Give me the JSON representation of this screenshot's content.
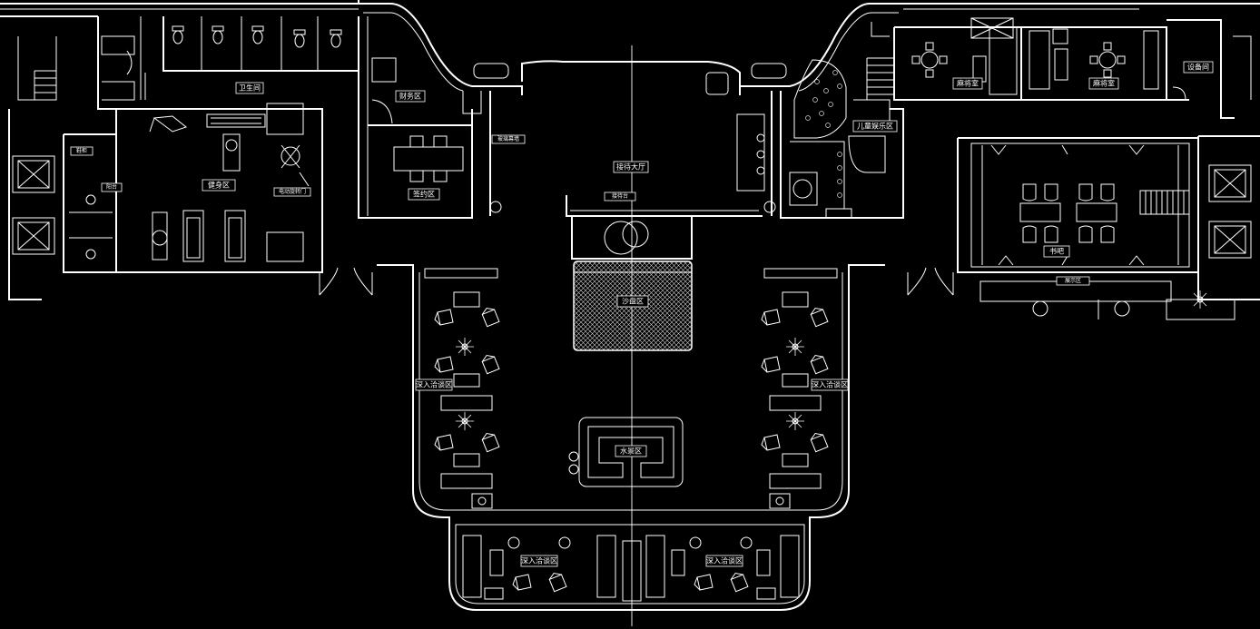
{
  "rooms": {
    "restroom": "卫生间",
    "finance": "财务区",
    "gym": "健身区",
    "signing": "签约区",
    "lobby": "接待大厅",
    "water_feature": "水景区",
    "children": "儿童娱乐区",
    "mahjong_1": "麻将室",
    "mahjong_2": "麻将室",
    "equipment": "设备间",
    "book_bar": "书吧",
    "negotiation_right": "深入洽谈区",
    "negotiation_left": "深入洽谈区",
    "negotiation_bottom_left": "深入洽谈区",
    "negotiation_bottom_right": "深入洽谈区",
    "sand_table": "沙盘区",
    "reception_desk": "接待台"
  },
  "notes": {
    "curtain_wall": "玻璃幕墙",
    "front_door": "电动旋转门",
    "balcony": "阳台",
    "shoe_cabinet": "鞋柜",
    "display": "展示区"
  },
  "colors": {
    "background": "#000000",
    "line": "#ffffff"
  }
}
